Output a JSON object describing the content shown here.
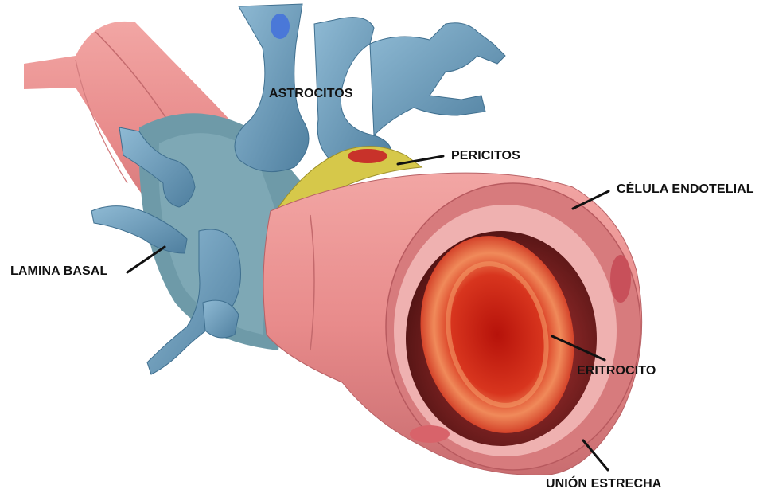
{
  "labels": {
    "astrocitos": "ASTROCITOS",
    "pericitos": "PERICITOS",
    "celula_endotelial": "CÉLULA ENDOTELIAL",
    "lamina_basal": "LAMINA BASAL",
    "eritrocito": "ERITROCITO",
    "union_estrecha": "UNIÓN ESTRECHA"
  },
  "colors": {
    "vessel_wall": "#e98f8f",
    "vessel_inner": "#8e2a2a",
    "astrocyte": "#6f9fbf",
    "basal_lamina": "#5f8f9f",
    "pericyte": "#d6c84a",
    "erythrocyte": "#c81e10",
    "leader_line": "#111111"
  }
}
